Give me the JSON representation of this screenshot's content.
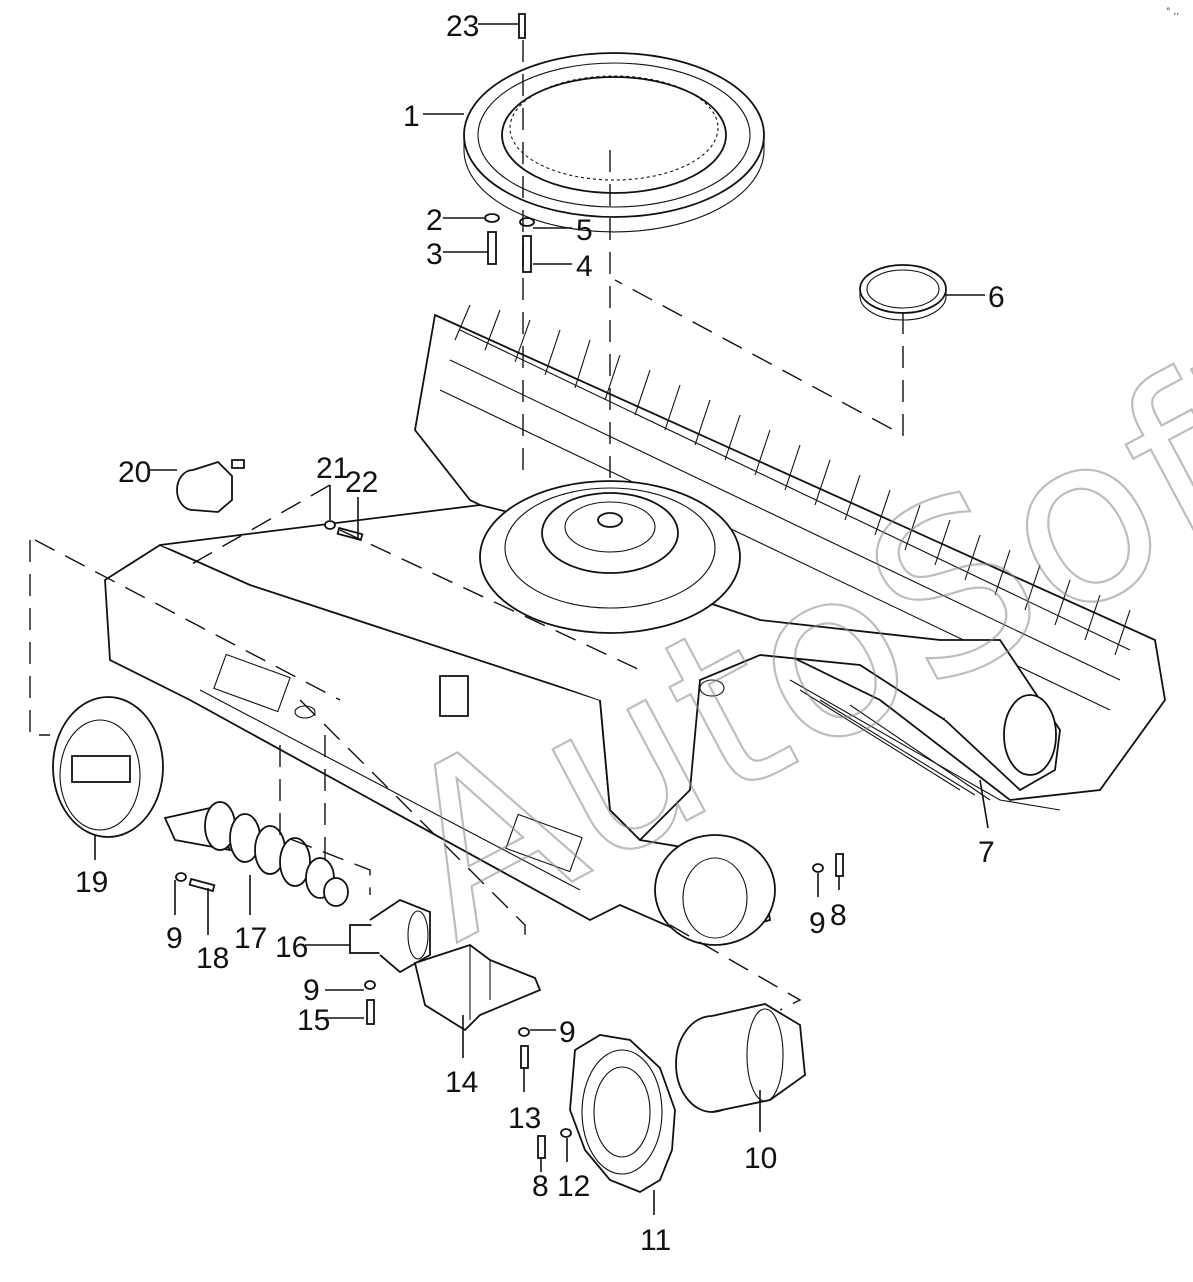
{
  "diagram": {
    "callouts": [
      {
        "id": "c23",
        "text": "23"
      },
      {
        "id": "c1",
        "text": "1"
      },
      {
        "id": "c2",
        "text": "2"
      },
      {
        "id": "c3",
        "text": "3"
      },
      {
        "id": "c5",
        "text": "5"
      },
      {
        "id": "c4",
        "text": "4"
      },
      {
        "id": "c6",
        "text": "6"
      },
      {
        "id": "c20",
        "text": "20"
      },
      {
        "id": "c21",
        "text": "21"
      },
      {
        "id": "c22",
        "text": "22"
      },
      {
        "id": "c19",
        "text": "19"
      },
      {
        "id": "c9a",
        "text": "9"
      },
      {
        "id": "c18",
        "text": "18"
      },
      {
        "id": "c17",
        "text": "17"
      },
      {
        "id": "c16",
        "text": "16"
      },
      {
        "id": "c9b",
        "text": "9"
      },
      {
        "id": "c15",
        "text": "15"
      },
      {
        "id": "c14",
        "text": "14"
      },
      {
        "id": "c9c",
        "text": "9"
      },
      {
        "id": "c13",
        "text": "13"
      },
      {
        "id": "c8a",
        "text": "8"
      },
      {
        "id": "c12",
        "text": "12"
      },
      {
        "id": "c11",
        "text": "11"
      },
      {
        "id": "c10",
        "text": "10"
      },
      {
        "id": "c9d",
        "text": "9"
      },
      {
        "id": "c8b",
        "text": "8"
      },
      {
        "id": "c7",
        "text": "7"
      }
    ],
    "watermark": "AutoSoft"
  }
}
